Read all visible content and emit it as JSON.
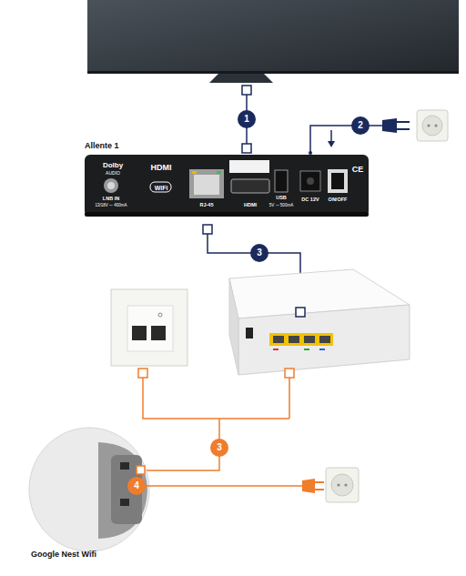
{
  "diagram": {
    "nodes": [
      {
        "text": [
          "Allente 1"
        ]
      },
      {
        "text": [
          "Google Nest Wifi"
        ]
      }
    ],
    "labels": [
      "1",
      "2",
      "3",
      "3",
      "4",
      "Dolby",
      "AUDIO",
      "HDMI",
      "WiFi",
      "LNB IN",
      "13/18V ⎓ 400mA",
      "RJ-45",
      "HDMI",
      "USB",
      "5V ⎓ 500mA",
      "DC 12V",
      "ON/OFF",
      "CE"
    ]
  }
}
